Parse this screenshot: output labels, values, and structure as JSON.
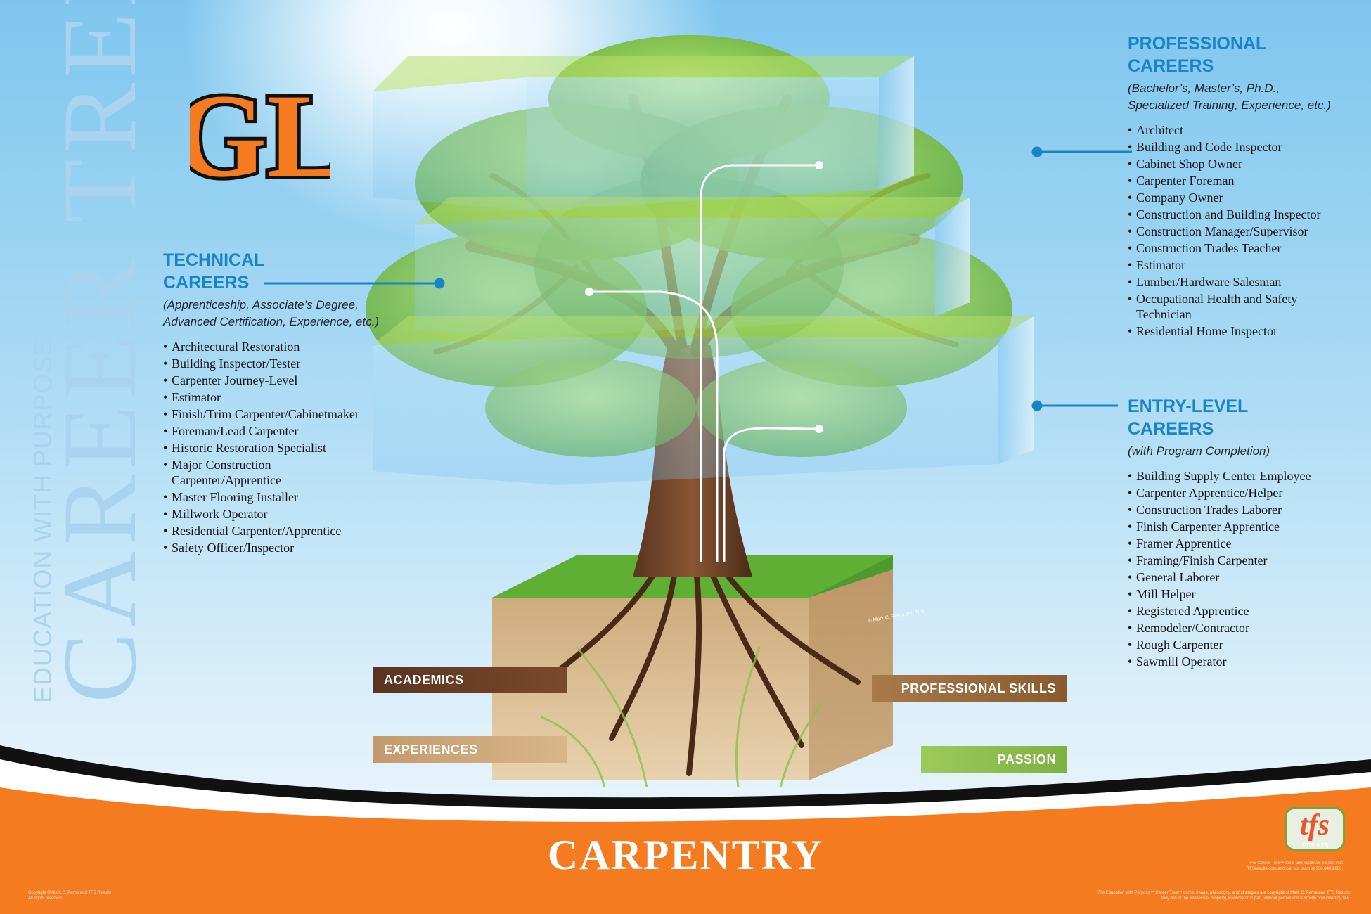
{
  "vertical_title": {
    "top": "EDUCATION WITH PURPOSE",
    "main": "CAREER TREE",
    "reg": "®"
  },
  "logo": {
    "letters": "GL"
  },
  "technical": {
    "heading_line1": "TECHNICAL",
    "heading_line2": "CAREERS",
    "sub_line1": "(Apprenticeship, Associate’s Degree,",
    "sub_line2": "Advanced Certification, Experience, etc.)",
    "items": [
      "Architectural Restoration",
      "Building Inspector/Tester",
      "Carpenter Journey-Level",
      "Estimator",
      "Finish/Trim Carpenter/Cabinetmaker",
      "Foreman/Lead Carpenter",
      "Historic Restoration Specialist",
      "Major Construction Carpenter/Apprentice",
      "Master Flooring Installer",
      "Millwork Operator",
      "Residential Carpenter/Apprentice",
      "Safety Officer/Inspector"
    ]
  },
  "professional": {
    "heading_line1": "PROFESSIONAL",
    "heading_line2": "CAREERS",
    "sub_line1": "(Bachelor’s, Master’s, Ph.D.,",
    "sub_line2": "Specialized Training, Experience, etc.)",
    "items": [
      "Architect",
      "Building and Code Inspector",
      "Cabinet Shop Owner",
      "Carpenter Foreman",
      "Company Owner",
      "Construction and Building Inspector",
      "Construction Manager/Supervisor",
      "Construction Trades Teacher",
      "Estimator",
      "Lumber/Hardware Salesman",
      "Occupational Health and Safety Technician",
      "Residential Home Inspector"
    ]
  },
  "entry": {
    "heading_line1": "ENTRY-LEVEL",
    "heading_line2": "CAREERS",
    "sub_line1": "(with Program Completion)",
    "items": [
      "Building Supply Center Employee",
      "Carpenter Apprentice/Helper",
      "Construction Trades Laborer",
      "Finish Carpenter Apprentice",
      "Framer Apprentice",
      "Framing/Finish Carpenter",
      "General Laborer",
      "Mill Helper",
      "Registered Apprentice",
      "Remodeler/Contractor",
      "Rough Carpenter",
      "Sawmill Operator"
    ]
  },
  "roots": {
    "academics": "ACADEMICS",
    "professional_skills": "PROFESSIONAL SKILLS",
    "experiences": "EXPERIENCES",
    "passion": "PASSION"
  },
  "copyright_tree": "© Mark C. Perna and TFS",
  "footer": {
    "title": "CARPENTRY",
    "left_small_1": "Copyright © Mark C. Perna and TFS Results",
    "left_small_2": "All rights reserved.",
    "right_small_1": "For Career Tree™ tools and materials please visit",
    "right_small_2": "TFSresults.com and call our team at 330.840.2683.",
    "bottom_small_1": "The Education with Purpose™ Career Tree™ name, image, philosophy, and strategies are copyright of Mark C. Perna and TFS Results",
    "bottom_small_2": "they are of the intellectual property, in whole or in part, without permission is strictly prohibited by law.",
    "tfs_logo": "tfs",
    "tfs_logo_sub": "RESULTS"
  },
  "colors": {
    "heading_blue": "#1a84c8",
    "orange": "#f47b20",
    "academics": "#6a3b22",
    "professional_skills": "#8a5a2e",
    "experiences": "#c49a6c",
    "passion": "#7fb042"
  }
}
